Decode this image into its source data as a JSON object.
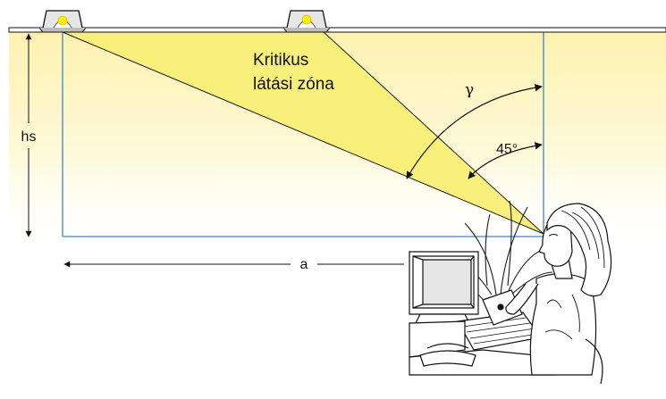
{
  "diagram": {
    "zone_label_line1": "Kritikus",
    "zone_label_line2": "látási zóna",
    "height_label": "hs",
    "distance_label": "a",
    "gamma_label": "γ",
    "angle_label": "45°"
  },
  "colors": {
    "ceiling_glow": "#fdf6c4",
    "light_cone": "#f8f07a",
    "lamp_bulb": "#ffee00",
    "guide_lines": "#3a86c8",
    "ink": "#111111"
  },
  "icons": {
    "lamp_left": "ceiling-lamp-icon",
    "lamp_right": "ceiling-lamp-icon",
    "worker": "computer-worker-illustration"
  }
}
